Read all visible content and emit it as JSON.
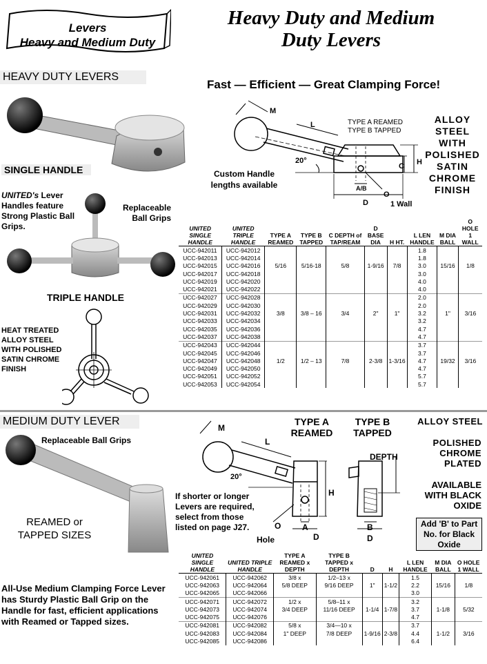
{
  "banner": {
    "line1": "Levers",
    "line2": "Heavy and Medium Duty"
  },
  "title": {
    "line1": "Heavy Duty and Medium",
    "line2": "Duty Levers"
  },
  "heavy": {
    "heading": "HEAVY DUTY LEVERS",
    "subtitle": "Fast — Efficient — Great Clamping Force!",
    "alloy_lines": [
      "ALLOY",
      "STEEL",
      "WITH",
      "POLISHED",
      "SATIN",
      "CHROME",
      "FINISH"
    ],
    "single_handle": "SINGLE HANDLE",
    "united_brand": "UNITED's",
    "united_text": "Lever Handles feature Strong Plastic Ball Grips.",
    "replaceable": "Replaceable Ball Grips",
    "triple_handle": "TRIPLE HANDLE",
    "heat_treated": "HEAT TREATED ALLOY STEEL WITH POLISHED SATIN CHROME FINISH",
    "custom_handle": "Custom Handle lengths available",
    "diagram": {
      "m": "M",
      "l": "L",
      "type_a": "TYPE A REAMED",
      "type_b": "TYPE B TAPPED",
      "c": "C",
      "h": "H",
      "angle": "20°",
      "ab": "A/B",
      "d": "D",
      "o": "O",
      "wall": "1 Wall"
    },
    "headers": [
      "UNITED SINGLE HANDLE",
      "UNITED TRIPLE HANDLE",
      "TYPE A REAMED",
      "TYPE B TAPPED",
      "C DEPTH of TAP/REAM",
      "D BASE DIA",
      "H HT.",
      "L LEN HANDLE",
      "M DIA BALL",
      "O HOLE 1 WALL"
    ],
    "rows": [
      [
        "UCC-942011",
        "UCC-942012",
        "",
        "",
        "",
        "",
        "",
        "1.8",
        "",
        ""
      ],
      [
        "UCC-942013",
        "UCC-942014",
        "",
        "",
        "",
        "",
        "",
        "1.8",
        "",
        ""
      ],
      [
        "UCC-942015",
        "UCC-942016",
        "5/16",
        "5/16-18",
        "5/8",
        "1-9/16",
        "7/8",
        "3.0",
        "15/16",
        "1/8"
      ],
      [
        "UCC-942017",
        "UCC-942018",
        "",
        "",
        "",
        "",
        "",
        "3.0",
        "",
        ""
      ],
      [
        "UCC-942019",
        "UCC-942020",
        "",
        "",
        "",
        "",
        "",
        "4.0",
        "",
        ""
      ],
      [
        "UCC-942021",
        "UCC-942022",
        "",
        "",
        "",
        "",
        "",
        "4.0",
        "",
        ""
      ],
      [
        "UCC-942027",
        "UCC-942028",
        "",
        "",
        "",
        "",
        "",
        "2.0",
        "",
        ""
      ],
      [
        "UCC-942029",
        "UCC-942030",
        "",
        "",
        "",
        "",
        "",
        "2.0",
        "",
        ""
      ],
      [
        "UCC-942031",
        "UCC-942032",
        "3/8",
        "3/8 – 16",
        "3/4",
        "2\"",
        "1\"",
        "3.2",
        "1\"",
        "3/16"
      ],
      [
        "UCC-942033",
        "UCC-942034",
        "",
        "",
        "",
        "",
        "",
        "3.2",
        "",
        ""
      ],
      [
        "UCC-942035",
        "UCC-942036",
        "",
        "",
        "",
        "",
        "",
        "4.7",
        "",
        ""
      ],
      [
        "UCC-942037",
        "UCC-942038",
        "",
        "",
        "",
        "",
        "",
        "4.7",
        "",
        ""
      ],
      [
        "UCC-942043",
        "UCC-942044",
        "",
        "",
        "",
        "",
        "",
        "3.7",
        "",
        ""
      ],
      [
        "UCC-942045",
        "UCC-942046",
        "",
        "",
        "",
        "",
        "",
        "3.7",
        "",
        ""
      ],
      [
        "UCC-942047",
        "UCC-942048",
        "1/2",
        "1/2 – 13",
        "7/8",
        "2-3/8",
        "1-3/16",
        "4.7",
        "19/32",
        "3/16"
      ],
      [
        "UCC-942049",
        "UCC-942050",
        "",
        "",
        "",
        "",
        "",
        "4.7",
        "",
        ""
      ],
      [
        "UCC-942051",
        "UCC-942052",
        "",
        "",
        "",
        "",
        "",
        "5.7",
        "",
        ""
      ],
      [
        "UCC-942053",
        "UCC-942054",
        "",
        "",
        "",
        "",
        "",
        "5.7",
        "",
        ""
      ]
    ]
  },
  "medium": {
    "heading": "MEDIUM DUTY LEVER",
    "replaceable": "Replaceable Ball Grips",
    "reamed_tapped": "REAMED or TAPPED SIZES",
    "all_use": "All-Use Medium Clamping Force Lever has Sturdy Plastic Ball Grip on the Handle for fast, efficient applications with Reamed or Tapped sizes.",
    "type_a": "TYPE A REAMED",
    "type_b": "TYPE B TAPPED",
    "alloy": "ALLOY STEEL",
    "polished": "POLISHED CHROME PLATED",
    "available": "AVAILABLE WITH BLACK OXIDE",
    "add_b": "Add 'B' to Part No. for Black Oxide",
    "shorter": "If shorter or longer Levers are required, select from those listed on page J27.",
    "diagram": {
      "m": "M",
      "l": "L",
      "angle": "20°",
      "h": "H",
      "a": "A",
      "b": "B",
      "d": "D",
      "depth": "DEPTH",
      "o": "O",
      "hole": "Hole"
    },
    "headers": [
      "UNITED SINGLE HANDLE",
      "UNITED TRIPLE HANDLE",
      "TYPE A REAMED x DEPTH",
      "TYPE B TAPPED x DEPTH",
      "D",
      "H",
      "L LEN HANDLE",
      "M DIA BALL",
      "O HOLE 1 WALL"
    ],
    "rows": [
      [
        "UCC-942061",
        "UCC-942062",
        "3/8  x",
        "1/2–13  x",
        "",
        "",
        "1.5",
        "",
        ""
      ],
      [
        "UCC-942063",
        "UCC-942064",
        "5/8 DEEP",
        "9/16 DEEP",
        "1\"",
        "1-1/2",
        "2.2",
        "15/16",
        "1/8"
      ],
      [
        "UCC-942065",
        "UCC-942066",
        "",
        "",
        "",
        "",
        "3.0",
        "",
        ""
      ],
      [
        "UCC-942071",
        "UCC-942072",
        "1/2  x",
        "5/8–11  x",
        "",
        "",
        "3.2",
        "",
        ""
      ],
      [
        "UCC-942073",
        "UCC-942074",
        "3/4 DEEP",
        "11/16 DEEP",
        "1-1/4",
        "1-7/8",
        "3.7",
        "1-1/8",
        "5/32"
      ],
      [
        "UCC-942075",
        "UCC-942076",
        "",
        "",
        "",
        "",
        "4.7",
        "",
        ""
      ],
      [
        "UCC-942081",
        "UCC-942082",
        "5/8  x",
        "3/4—10  x",
        "",
        "",
        "3.7",
        "",
        ""
      ],
      [
        "UCC-942083",
        "UCC-942084",
        "1\" DEEP",
        "7/8 DEEP",
        "1-9/16",
        "2-3/8",
        "4.4",
        "1-1/2",
        "3/16"
      ],
      [
        "UCC-942085",
        "UCC-942086",
        "",
        "",
        "",
        "",
        "6.4",
        "",
        ""
      ]
    ]
  }
}
